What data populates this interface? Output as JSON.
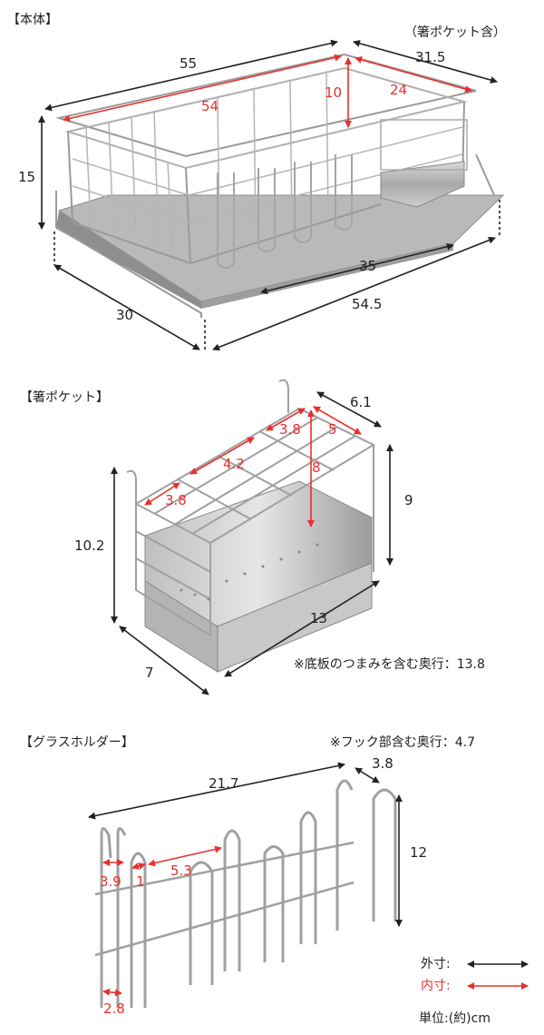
{
  "sections": {
    "body": {
      "title": "【本体】",
      "note": "（箸ポケット含）",
      "outer_length": "55",
      "outer_depth_top": "31.5",
      "outer_height": "15",
      "inner_length": "54",
      "inner_height": "10",
      "inner_depth": "24",
      "tray_depth": "30",
      "tray_length": "54.5",
      "tray_inner": "35"
    },
    "chopstick_pocket": {
      "title": "【箸ポケット】",
      "top_depth": "6.1",
      "inner_a": "3.8",
      "inner_b": "5",
      "inner_c": "4.2",
      "inner_d": "8",
      "inner_e": "3.8",
      "height_right": "9",
      "height_left": "10.2",
      "width": "13",
      "depth": "7",
      "note": "※底板のつまみを含む奥行：13.8"
    },
    "glass_holder": {
      "title": "【グラスホルダー】",
      "note": "※フック部含む奥行：4.7",
      "width": "21.7",
      "depth": "3.8",
      "height": "12",
      "inner_a": "3.9",
      "inner_b": "1",
      "inner_c": "5.3",
      "inner_d": "2.8"
    }
  },
  "legend": {
    "outer_label": "外寸:",
    "inner_label": "内寸:",
    "unit_label": "単位:(約)cm",
    "outer_color": "#222222",
    "inner_color": "#e8302c"
  }
}
